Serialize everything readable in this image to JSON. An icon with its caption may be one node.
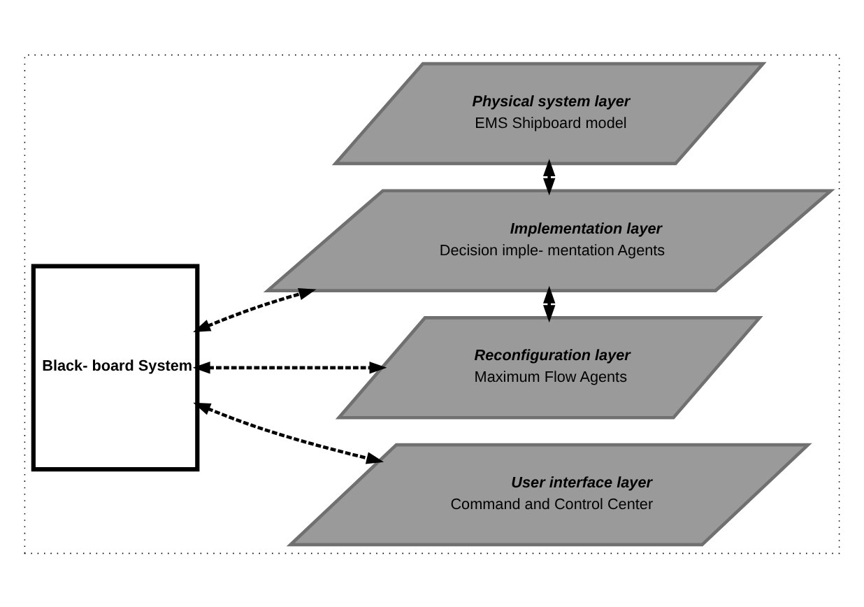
{
  "diagram": {
    "nodes": [
      {
        "text": [],
        "shape": "box"
      },
      {
        "text": [
          "Black- board System"
        ],
        "in": 0
      },
      {
        "text": [
          "User interface layer",
          "Command and Control Center"
        ],
        "in": 0
      },
      {
        "text": [
          "Reconfiguration layer",
          "Maximum Flow Agents"
        ],
        "in": 0
      },
      {
        "text": [
          "Implementation layer",
          "Decision imple- mentation Agents"
        ],
        "in": 0
      },
      {
        "text": [
          "Physical system layer",
          "EMS Shipboard model"
        ],
        "in": 0
      }
    ],
    "edges": [
      {
        "from": 1,
        "to": 2,
        "arrow": "both",
        "style": "dashed"
      },
      {
        "from": 1,
        "to": 3,
        "arrow": "both",
        "style": "dashed"
      },
      {
        "from": 3,
        "to": 4,
        "arrow": "both",
        "style": "dashed"
      },
      {
        "from": 1,
        "to": 4,
        "arrow": "both",
        "style": "dashed"
      },
      {
        "from": 4,
        "to": 5,
        "arrow": "both",
        "style": "dashed"
      }
    ]
  }
}
